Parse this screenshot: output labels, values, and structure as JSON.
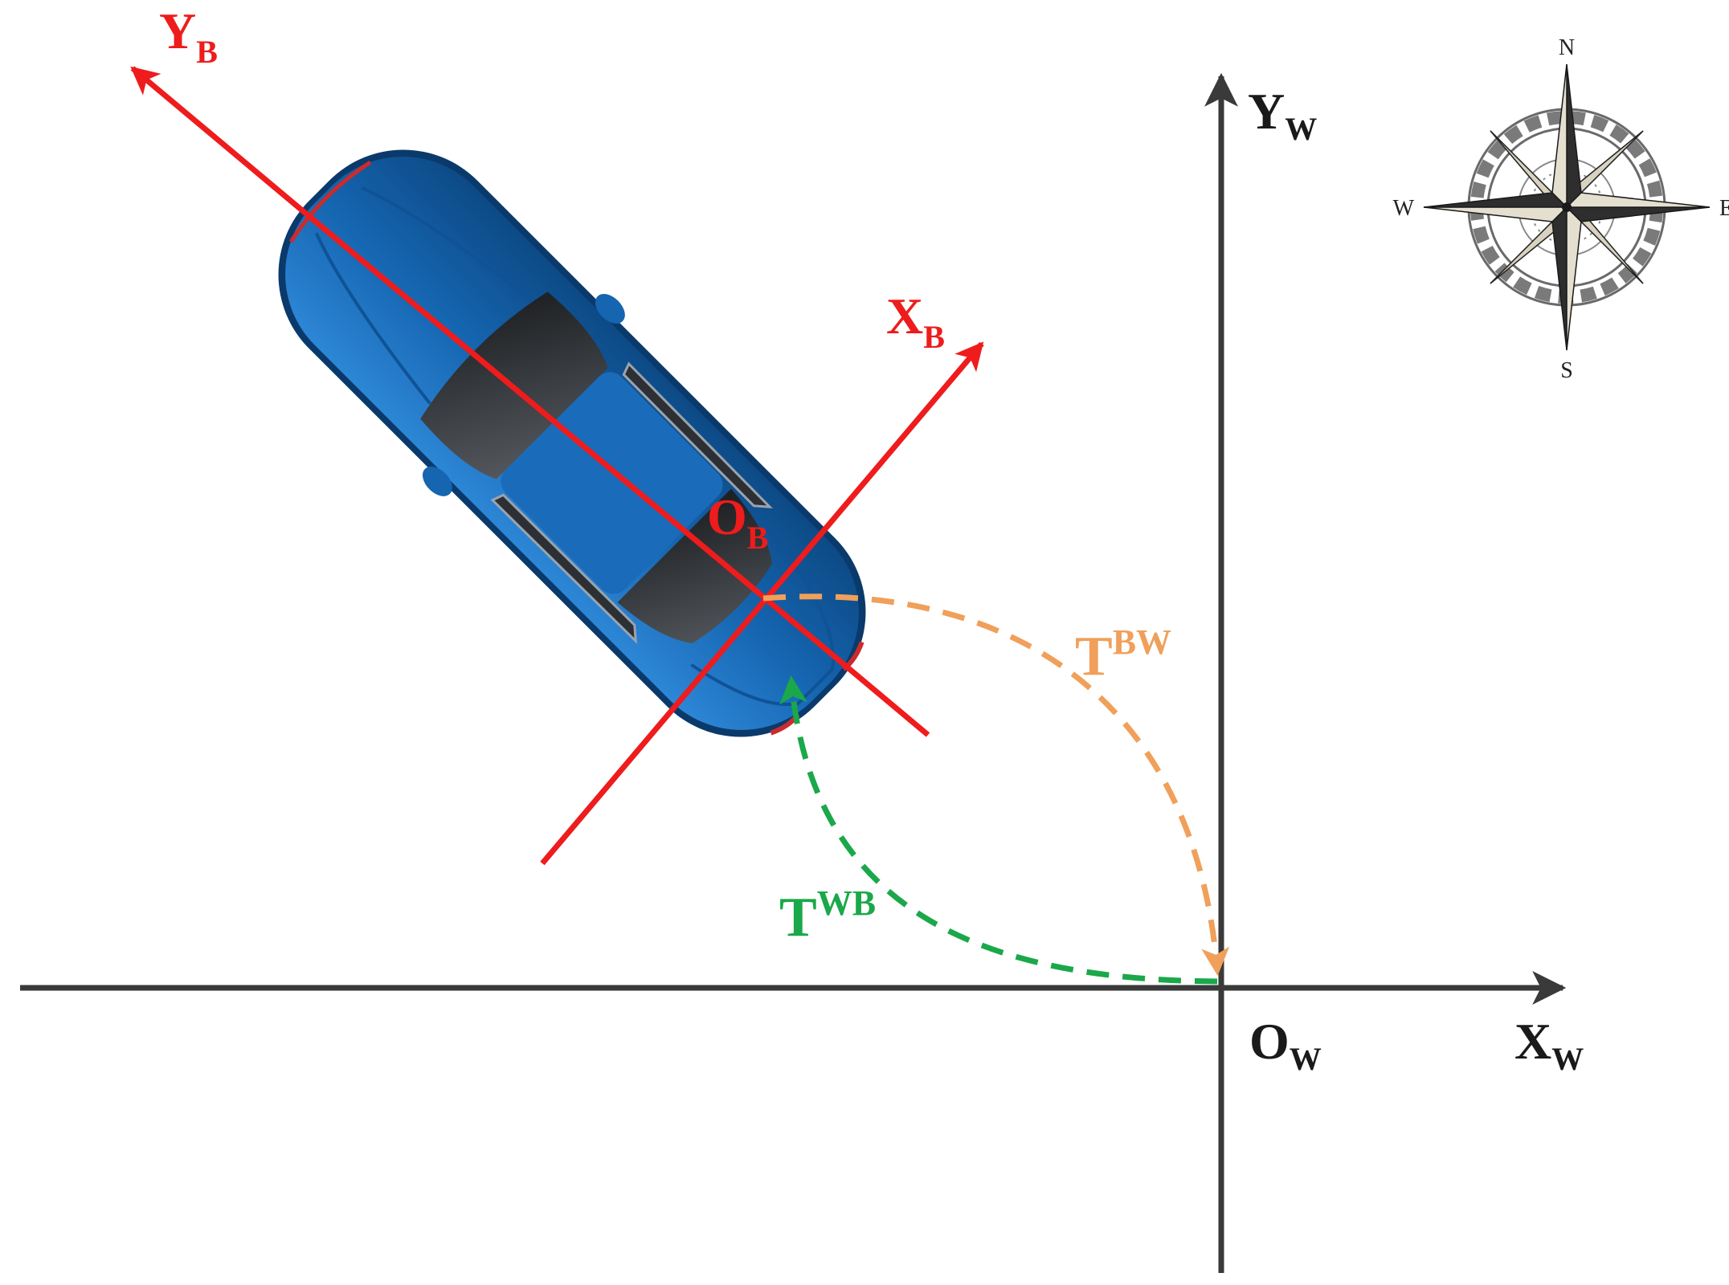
{
  "colors": {
    "world_axis": "#3a3a3a",
    "body_axis": "#ee1c1c",
    "transform_bw": "#f0a05a",
    "transform_wb": "#1aa84a",
    "car_body": "#1565b0",
    "car_glass": "#2c2f33",
    "background": "#ffffff"
  },
  "world_frame": {
    "y_axis": {
      "letter": "Y",
      "subscript": "W"
    },
    "x_axis": {
      "letter": "X",
      "subscript": "W"
    },
    "origin": {
      "letter": "O",
      "subscript": "W"
    }
  },
  "body_frame": {
    "y_axis": {
      "letter": "Y",
      "subscript": "B"
    },
    "x_axis": {
      "letter": "X",
      "subscript": "B"
    },
    "origin": {
      "letter": "O",
      "subscript": "B"
    }
  },
  "transforms": {
    "body_to_world": {
      "letter": "T",
      "superscript": "BW"
    },
    "world_to_body": {
      "letter": "T",
      "superscript": "WB"
    }
  },
  "compass": {
    "north": "N",
    "south": "S",
    "east": "E",
    "west": "W"
  },
  "icons": {
    "car": "car-icon",
    "compass": "compass-rose-icon"
  }
}
